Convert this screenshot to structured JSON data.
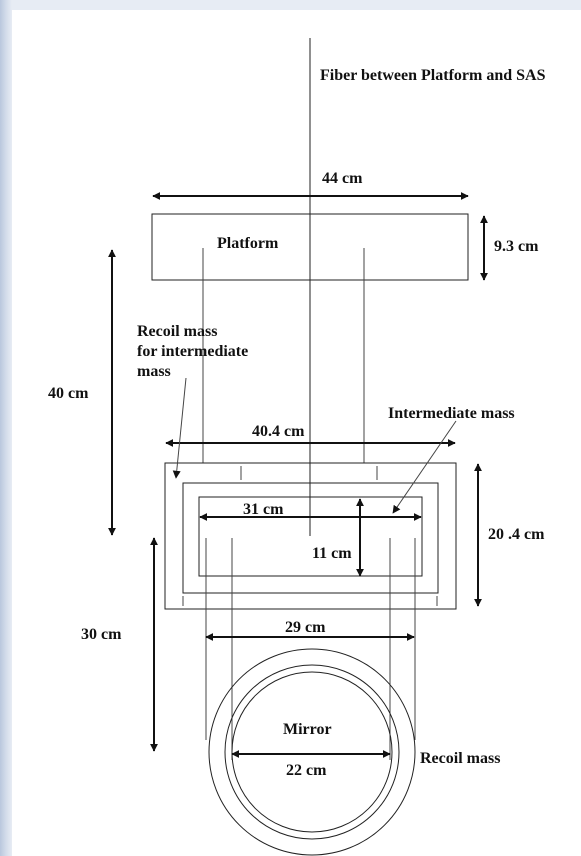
{
  "labels": {
    "fiber": "Fiber between Platform and SAS",
    "platform": "Platform",
    "platform_width": "44 cm",
    "platform_height": "9.3 cm",
    "recoil_intermediate_1": "Recoil mass",
    "recoil_intermediate_2": "for intermediate",
    "recoil_intermediate_3": "mass",
    "height_40": "40 cm",
    "intermediate_mass": "Intermediate mass",
    "width_40_4": "40.4 cm",
    "width_31": "31 cm",
    "height_20_4": "20 .4 cm",
    "height_11": "11 cm",
    "height_30": "30 cm",
    "width_29": "29 cm",
    "mirror": "Mirror",
    "mirror_width": "22 cm",
    "recoil_mass": "Recoil mass"
  }
}
